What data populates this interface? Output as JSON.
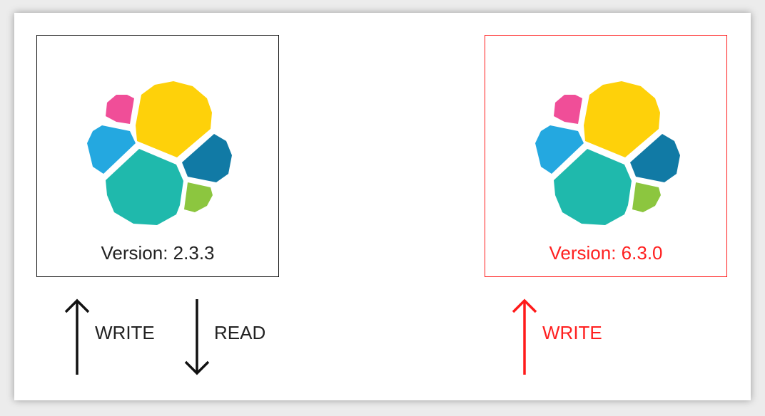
{
  "old_cluster": {
    "version_label": "Version: 2.3.3",
    "write_label": "WRITE",
    "read_label": "READ",
    "color": "#111111"
  },
  "new_cluster": {
    "version_label": "Version: 6.3.0",
    "write_label": "WRITE",
    "color": "#ff1a1a"
  },
  "logo_colors": {
    "pink": "#f04e98",
    "yellow": "#fed10a",
    "light_blue": "#24a8e0",
    "teal": "#1fb9ac",
    "dark_blue": "#117aa5",
    "green": "#8cc63f"
  }
}
